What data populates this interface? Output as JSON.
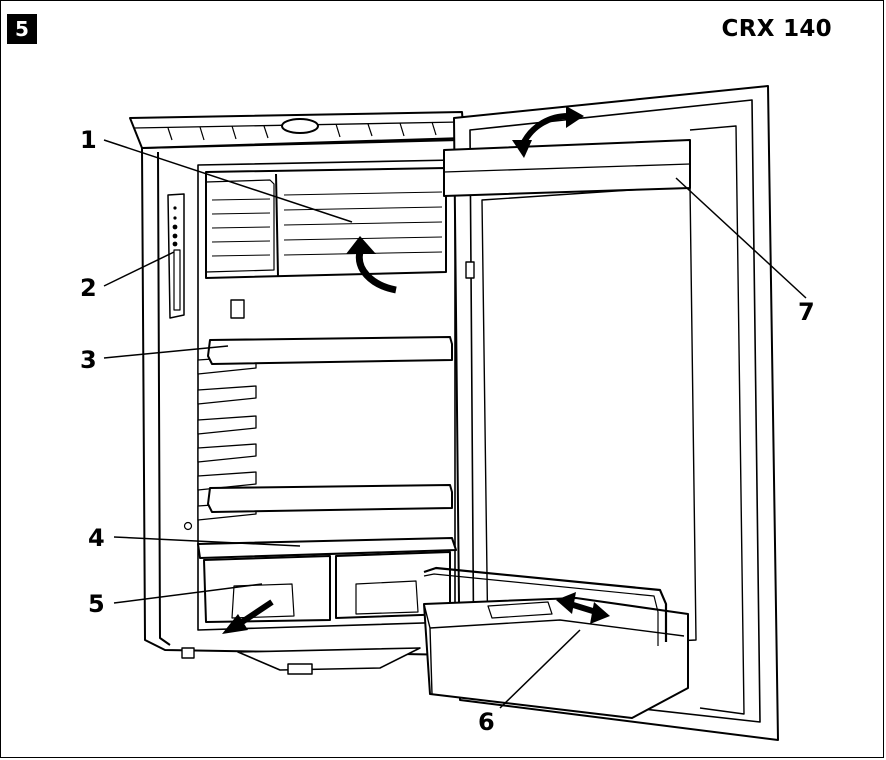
{
  "figure": {
    "number": "5",
    "model": "CRX 140"
  },
  "callouts": [
    {
      "id": "1",
      "label": "1"
    },
    {
      "id": "2",
      "label": "2"
    },
    {
      "id": "3",
      "label": "3"
    },
    {
      "id": "4",
      "label": "4"
    },
    {
      "id": "5",
      "label": "5"
    },
    {
      "id": "6",
      "label": "6"
    },
    {
      "id": "7",
      "label": "7"
    }
  ],
  "colors": {
    "line": "#000000",
    "panel": "#ffffff",
    "shade": "#e6e6e6"
  }
}
